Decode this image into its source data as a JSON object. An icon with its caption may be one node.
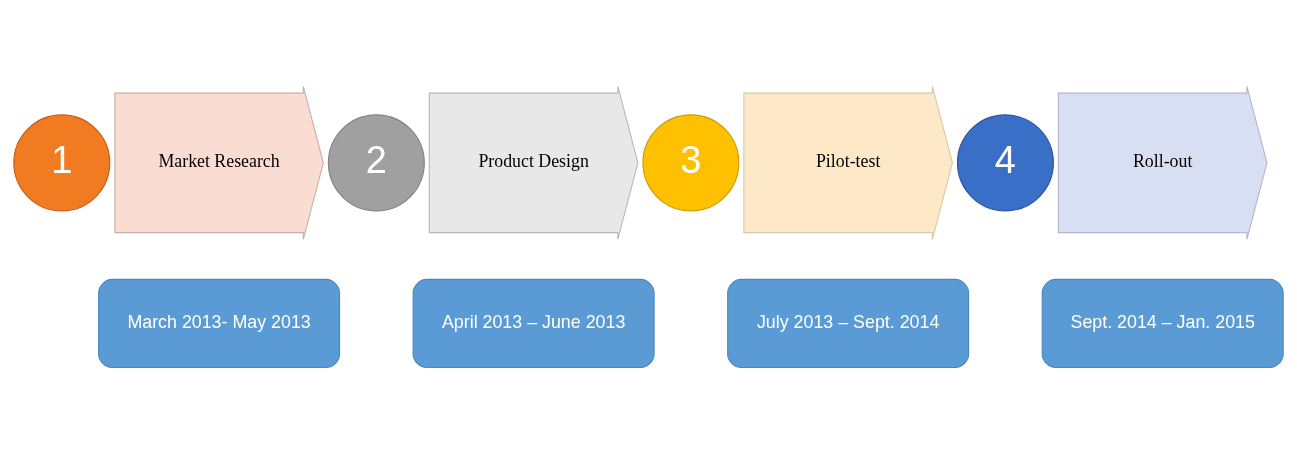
{
  "diagram": {
    "nodes": [
      {
        "text": [
          "1"
        ]
      },
      {
        "text": [
          "Market Research"
        ]
      },
      {
        "text": [
          "2"
        ]
      },
      {
        "text": [
          "Product Design"
        ]
      },
      {
        "text": [
          "3"
        ]
      },
      {
        "text": [
          "Pilot-test"
        ]
      },
      {
        "text": [
          "4"
        ]
      },
      {
        "text": [
          "Roll-out"
        ]
      },
      {
        "text": [
          "March 2013- May 2013"
        ]
      },
      {
        "text": [
          "April 2013 – June 2013"
        ]
      },
      {
        "text": [
          "July 2013 – Sept. 2014"
        ]
      },
      {
        "text": [
          "Sept. 2014 – Jan. 2015"
        ]
      }
    ]
  }
}
